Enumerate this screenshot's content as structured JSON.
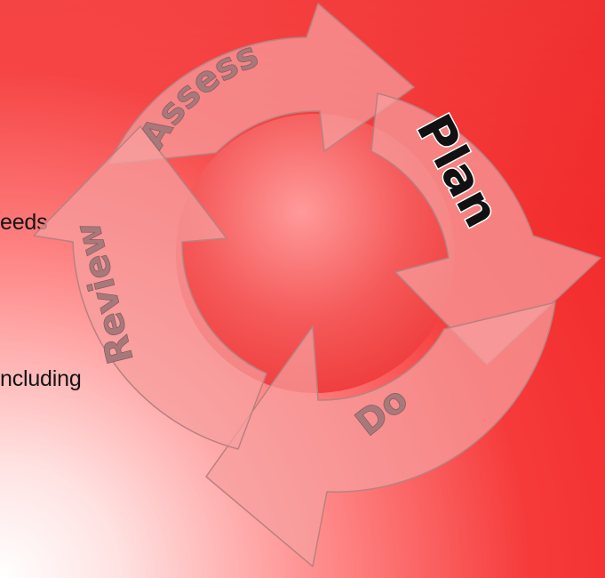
{
  "slide": {
    "text_lines": [
      "eeds",
      "ncluding"
    ]
  },
  "cycle": {
    "stages": [
      {
        "id": "assess",
        "label": "Assess"
      },
      {
        "id": "plan",
        "label": "Plan"
      },
      {
        "id": "do",
        "label": "Do"
      },
      {
        "id": "review",
        "label": "Review"
      }
    ]
  },
  "colors": {
    "background_main": "#ee1f1f",
    "background_light": "#ffffff",
    "arrow_fill": "#f6a0a0",
    "arrow_stroke": "#b98080",
    "label_muted": "#a8797b",
    "label_highlight": "#111111"
  }
}
